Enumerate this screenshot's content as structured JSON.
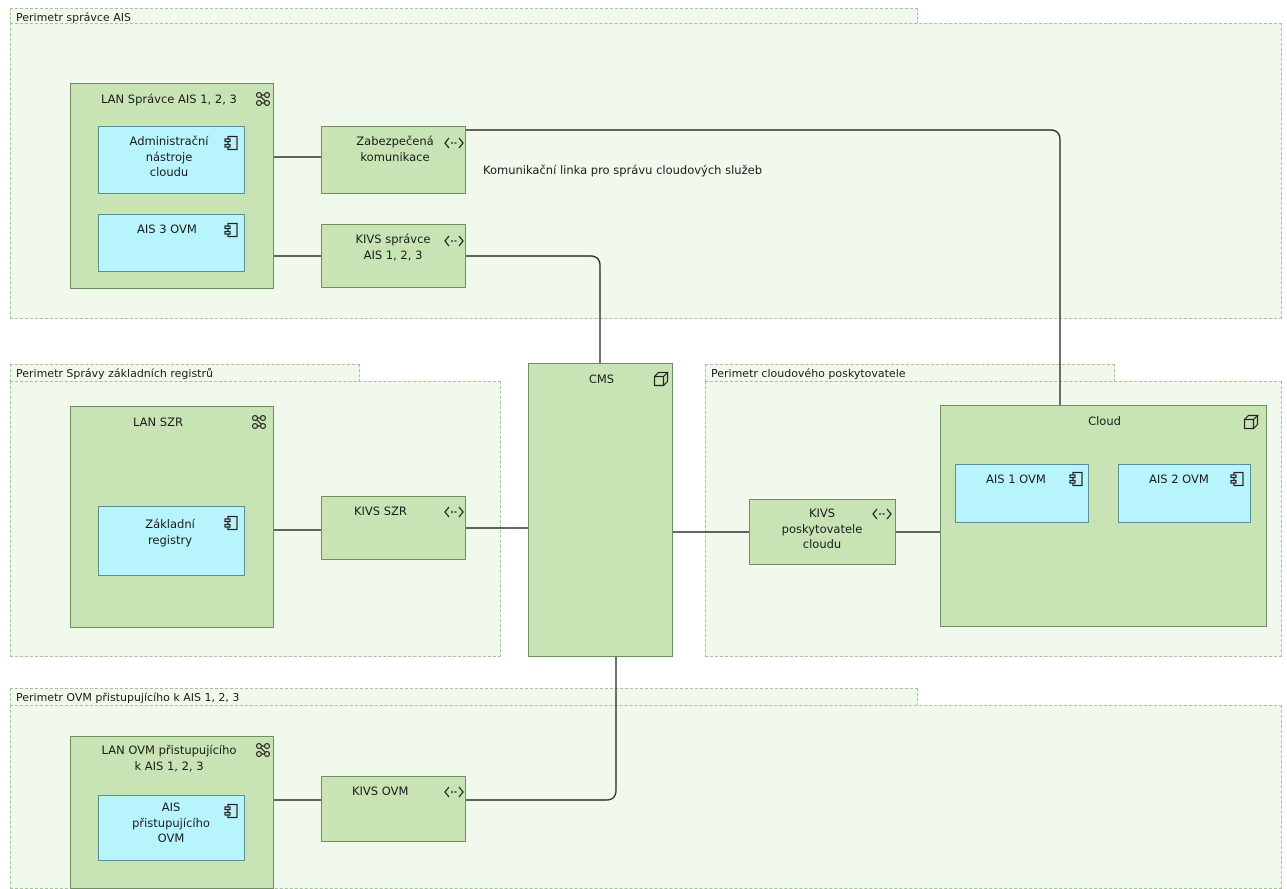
{
  "perimeters": {
    "admin": "Perimetr správce AIS",
    "szr": "Perimetr Správy základních registrů",
    "cloud": "Perimetr cloudového poskytovatele",
    "ovm": "Perimetr OVM přistupujícího k AIS 1, 2, 3"
  },
  "nodes": {
    "lan_admin": "LAN Správce AIS 1, 2, 3",
    "admin_tools": "Administrační\nnástroje\ncloudu",
    "ais3": "AIS 3 OVM",
    "secure_comm": "Zabezpečená\nkomunikace",
    "kivs_admin": "KIVS správce\nAIS 1, 2, 3",
    "lan_szr": "LAN SZR",
    "registers": "Základní\nregistry",
    "kivs_szr": "KIVS SZR",
    "cms": "CMS",
    "kivs_cloud": "KIVS\nposkytovatele\ncloudu",
    "cloud": "Cloud",
    "ais1": "AIS 1 OVM",
    "ais2": "AIS 2 OVM",
    "lan_ovm": "LAN OVM přistupujícího\nk AIS 1, 2, 3",
    "ais_access": "AIS\npřistupujícího\nOVM",
    "kivs_ovm": "KIVS OVM"
  },
  "connection_label": "Komunikační linka pro správu cloudových služeb",
  "icons": {
    "network": "network-icon",
    "component": "component-icon",
    "interface": "interface-icon",
    "node": "node-icon"
  },
  "colors": {
    "perimeter_fill": "#f1f8ec",
    "technology_fill": "#c8e4b4",
    "application_fill": "#b8f4fb",
    "line": "#333333"
  }
}
